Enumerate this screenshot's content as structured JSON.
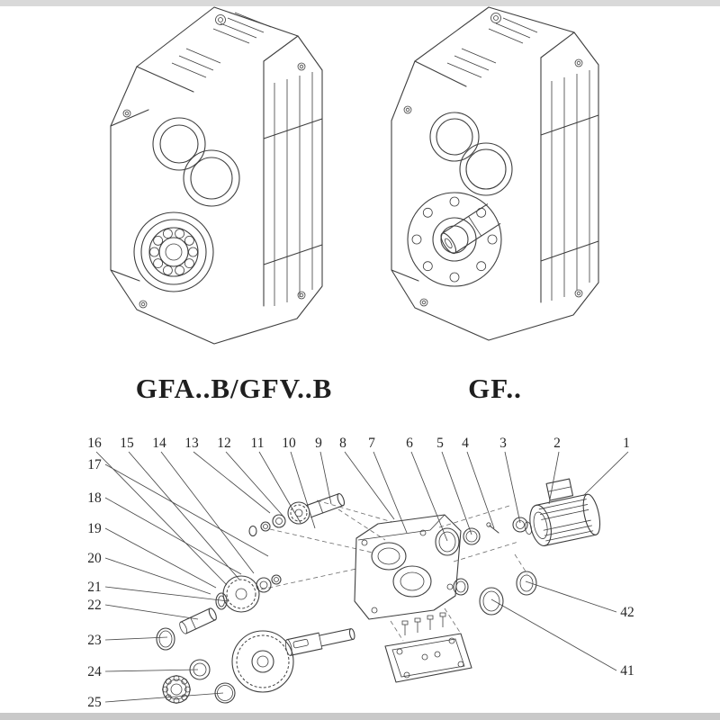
{
  "header": {
    "left_model_label": "GFA..B/GFV..B",
    "right_model_label": "GF.."
  },
  "exploded": {
    "top_labels": [
      "16",
      "15",
      "14",
      "13",
      "12",
      "11",
      "10",
      "9",
      "8",
      "7",
      "6",
      "5",
      "4",
      "3",
      "2",
      "1"
    ],
    "left_labels": [
      "17",
      "18",
      "19",
      "20",
      "21",
      "22",
      "23",
      "24",
      "25"
    ],
    "right_labels": [
      "42",
      "41"
    ]
  },
  "colors": {
    "ink": "#3f3f3f",
    "label": "#1f1f1f"
  }
}
